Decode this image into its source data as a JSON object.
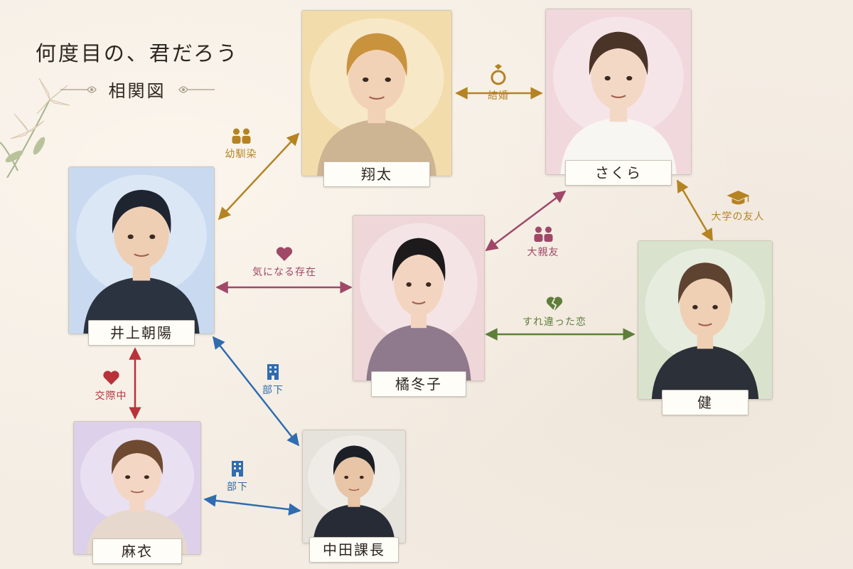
{
  "title": {
    "main": "何度目の、君だろう",
    "sub": "相関図"
  },
  "characters": [
    {
      "id": "shota",
      "name": "翔太",
      "hair": "#c9933e",
      "skin": "#f2d2b6",
      "bg": "#f3dcab",
      "outfit": "#cdb593"
    },
    {
      "id": "sakura",
      "name": "さくら",
      "hair": "#4a3428",
      "skin": "#f4d8c6",
      "bg": "#f1d8dc",
      "outfit": "#f8f6f2"
    },
    {
      "id": "inoue",
      "name": "井上朝陽",
      "hair": "#1e2430",
      "skin": "#efcfb4",
      "bg": "#c9daf0",
      "outfit": "#2b3340"
    },
    {
      "id": "tachibana",
      "name": "橘冬子",
      "hair": "#1d1a1c",
      "skin": "#f2d4c0",
      "bg": "#efd6d8",
      "outfit": "#8e7a8c"
    },
    {
      "id": "ken",
      "name": "健",
      "hair": "#5e4330",
      "skin": "#f0d0b4",
      "bg": "#d9e2cc",
      "outfit": "#2c3038"
    },
    {
      "id": "mai",
      "name": "麻衣",
      "hair": "#6e4a32",
      "skin": "#f4d6c4",
      "bg": "#ddd0ea",
      "outfit": "#e6d8cc"
    },
    {
      "id": "nakata",
      "name": "中田課長",
      "hair": "#1c1f26",
      "skin": "#e8c5a6",
      "bg": "#e6e2dc",
      "outfit": "#262b36"
    }
  ],
  "relations": [
    {
      "id": "marriage",
      "label": "結婚",
      "icon": "ring-icon",
      "color": "#b58322"
    },
    {
      "id": "childhood",
      "label": "幼馴染",
      "icon": "people-icon",
      "color": "#b58322"
    },
    {
      "id": "college",
      "label": "大学の友人",
      "icon": "graduation-cap-icon",
      "color": "#b58322"
    },
    {
      "id": "bestfriend",
      "label": "大親友",
      "icon": "people-icon",
      "color": "#a04868"
    },
    {
      "id": "interest",
      "label": "気になる存在",
      "icon": "heart-icon",
      "color": "#a04868"
    },
    {
      "id": "missed",
      "label": "すれ違った恋",
      "icon": "broken-heart-icon",
      "color": "#5e7f3a"
    },
    {
      "id": "dating",
      "label": "交際中",
      "icon": "heart-icon",
      "color": "#b8323a"
    },
    {
      "id": "subordinate1",
      "label": "部下",
      "icon": "building-icon",
      "color": "#2f6cb0"
    },
    {
      "id": "subordinate2",
      "label": "部下",
      "icon": "building-icon",
      "color": "#2f6cb0"
    }
  ]
}
